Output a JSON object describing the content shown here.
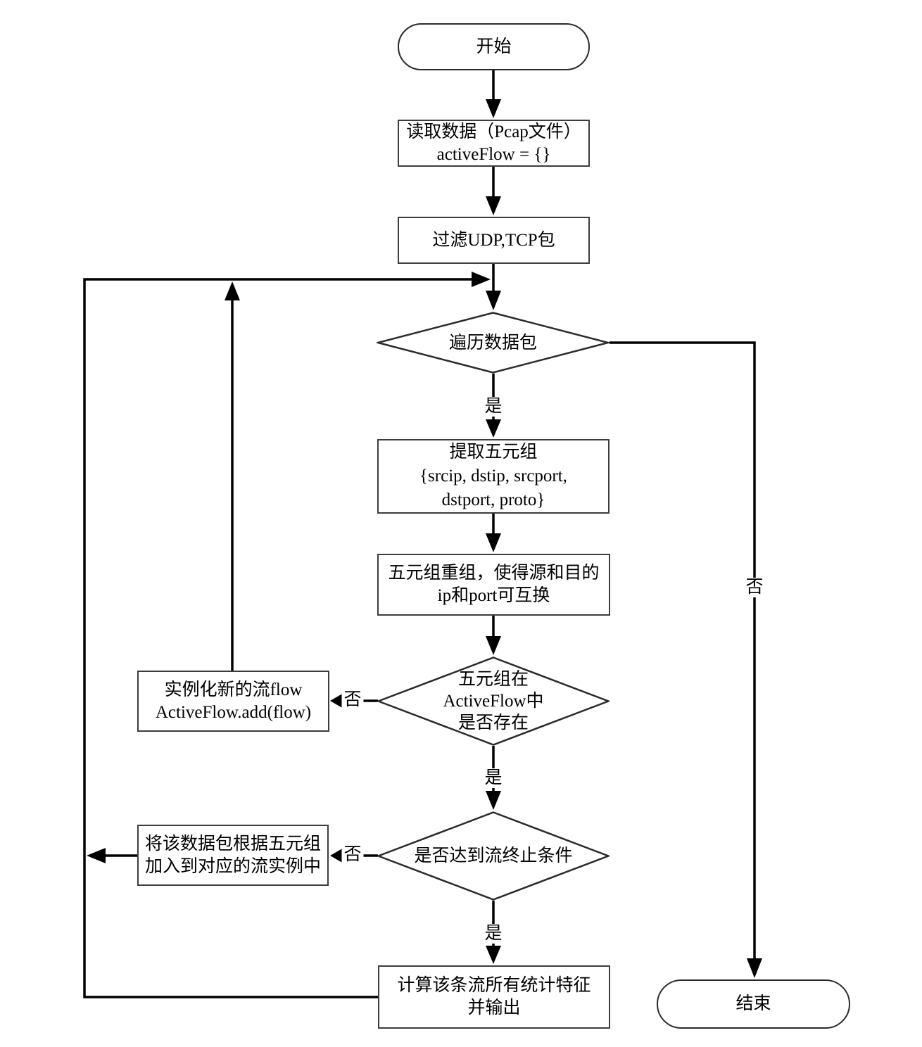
{
  "page": {
    "background_color": "#ffffff",
    "line_color": "#000000",
    "box_border_color": "#3d3d3d"
  },
  "nodes": {
    "start": {
      "type": "terminator",
      "label": "开始"
    },
    "read_data": {
      "type": "process",
      "lines": [
        "读取数据（Pcap文件）",
        "activeFlow = {}"
      ]
    },
    "filter_packets": {
      "type": "process",
      "label": "过滤UDP,TCP包"
    },
    "iterate_packets": {
      "type": "decision",
      "label": "遍历数据包"
    },
    "extract_tuple": {
      "type": "process",
      "lines": [
        "提取五元组",
        "{srcip, dstip, srcport,",
        "dstport, proto}"
      ]
    },
    "regroup_tuple": {
      "type": "process",
      "lines": [
        "五元组重组，使得源和目的",
        "ip和port可互换"
      ]
    },
    "tuple_exists": {
      "type": "decision",
      "lines": [
        "五元组在",
        "ActiveFlow中",
        "是否存在"
      ]
    },
    "new_flow": {
      "type": "process",
      "lines": [
        "实例化新的流flow",
        "ActiveFlow.add(flow)"
      ]
    },
    "flow_terminated": {
      "type": "decision",
      "label": "是否达到流终止条件"
    },
    "append_packet": {
      "type": "process",
      "lines": [
        "将该数据包根据五元组",
        "加入到对应的流实例中"
      ]
    },
    "compute_features": {
      "type": "process",
      "lines": [
        "计算该条流所有统计特征",
        "并输出"
      ]
    },
    "end": {
      "type": "terminator",
      "label": "结束"
    }
  },
  "edge_labels": {
    "iterate_yes": "是",
    "iterate_no": "否",
    "exists_yes": "是",
    "exists_no": "否",
    "terminate_yes": "是",
    "terminate_no": "否"
  }
}
